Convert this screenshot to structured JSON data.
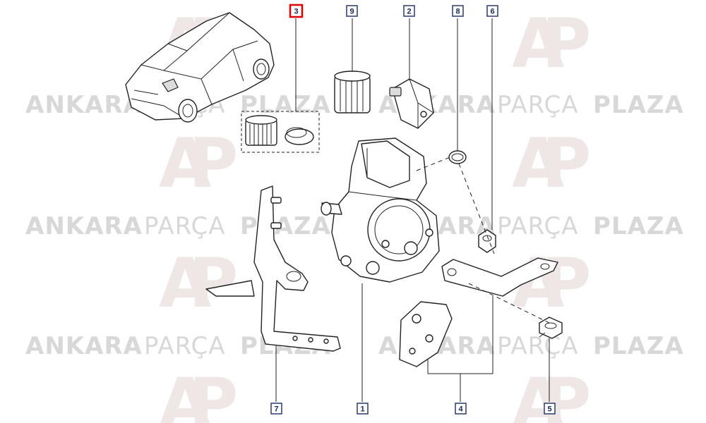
{
  "watermark": {
    "brand_left": "ANKARA",
    "brand_mid": "PARÇA",
    "brand_right": "PLAZA",
    "logo_a": "A",
    "logo_p": "P"
  },
  "callouts": [
    {
      "id": "callout-1",
      "label": "1",
      "highlight": false
    },
    {
      "id": "callout-2",
      "label": "2",
      "highlight": false
    },
    {
      "id": "callout-3",
      "label": "3",
      "highlight": true
    },
    {
      "id": "callout-4",
      "label": "4",
      "highlight": false
    },
    {
      "id": "callout-5",
      "label": "5",
      "highlight": false
    },
    {
      "id": "callout-6",
      "label": "6",
      "highlight": false
    },
    {
      "id": "callout-7",
      "label": "7",
      "highlight": false
    },
    {
      "id": "callout-8",
      "label": "8",
      "highlight": false
    },
    {
      "id": "callout-9",
      "label": "9",
      "highlight": false
    }
  ],
  "colors": {
    "highlight": "#e00000",
    "callout_border": "#2a3a70",
    "watermark": "#d8d8d8"
  }
}
